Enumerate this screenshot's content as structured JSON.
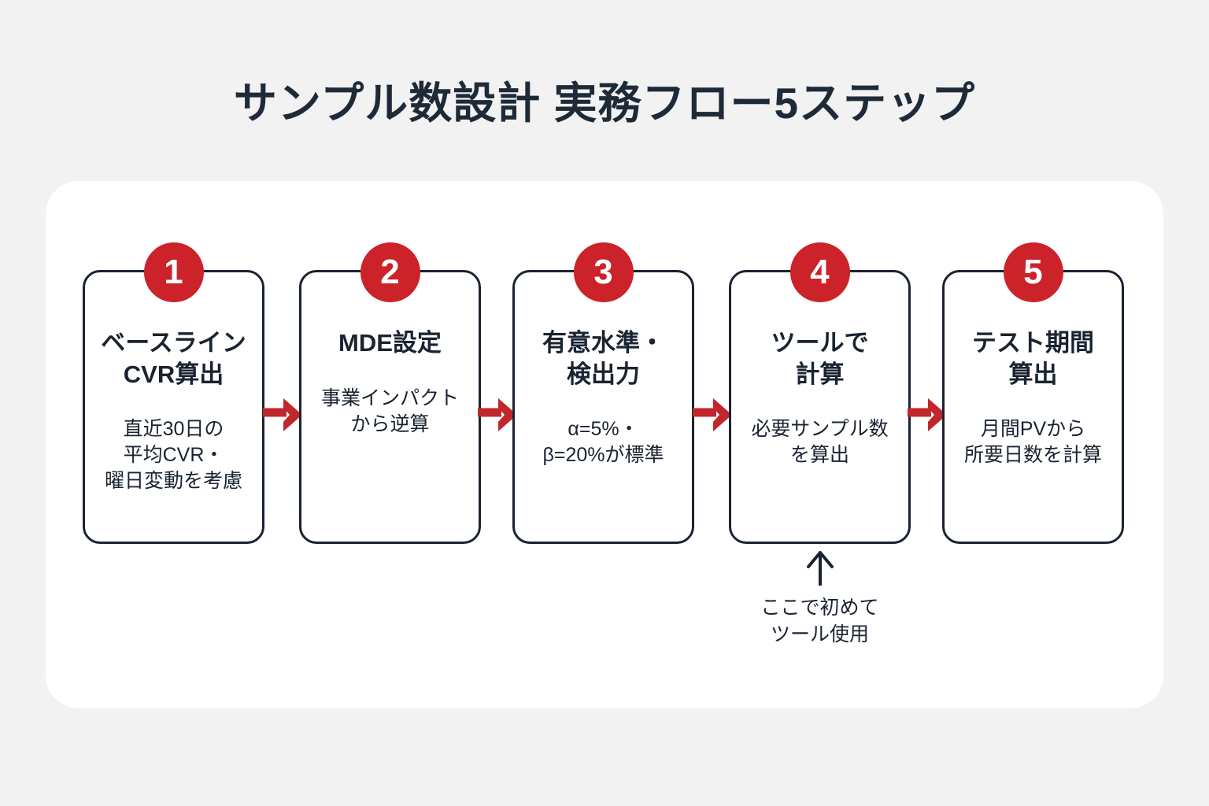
{
  "title": "サンプル数設計 実務フロー5ステップ",
  "colors": {
    "background": "#f2f2f2",
    "panel": "#ffffff",
    "ink": "#1a2332",
    "title_ink": "#1e2a38",
    "accent_red": "#cc2229",
    "arrow_red": "#c0262c"
  },
  "steps": [
    {
      "number": "1",
      "heading": "ベースライン\nCVR算出",
      "description": "直近30日の\n平均CVR・\n曜日変動を考慮"
    },
    {
      "number": "2",
      "heading": "MDE設定",
      "description": "事業インパクト\nから逆算"
    },
    {
      "number": "3",
      "heading": "有意水準・\n検出力",
      "description": "α=5%・\nβ=20%が標準"
    },
    {
      "number": "4",
      "heading": "ツールで\n計算",
      "description": "必要サンプル数\nを算出"
    },
    {
      "number": "5",
      "heading": "テスト期間\n算出",
      "description": "月間PVから\n所要日数を計算"
    }
  ],
  "annotation": {
    "text": "ここで初めて\nツール使用"
  }
}
